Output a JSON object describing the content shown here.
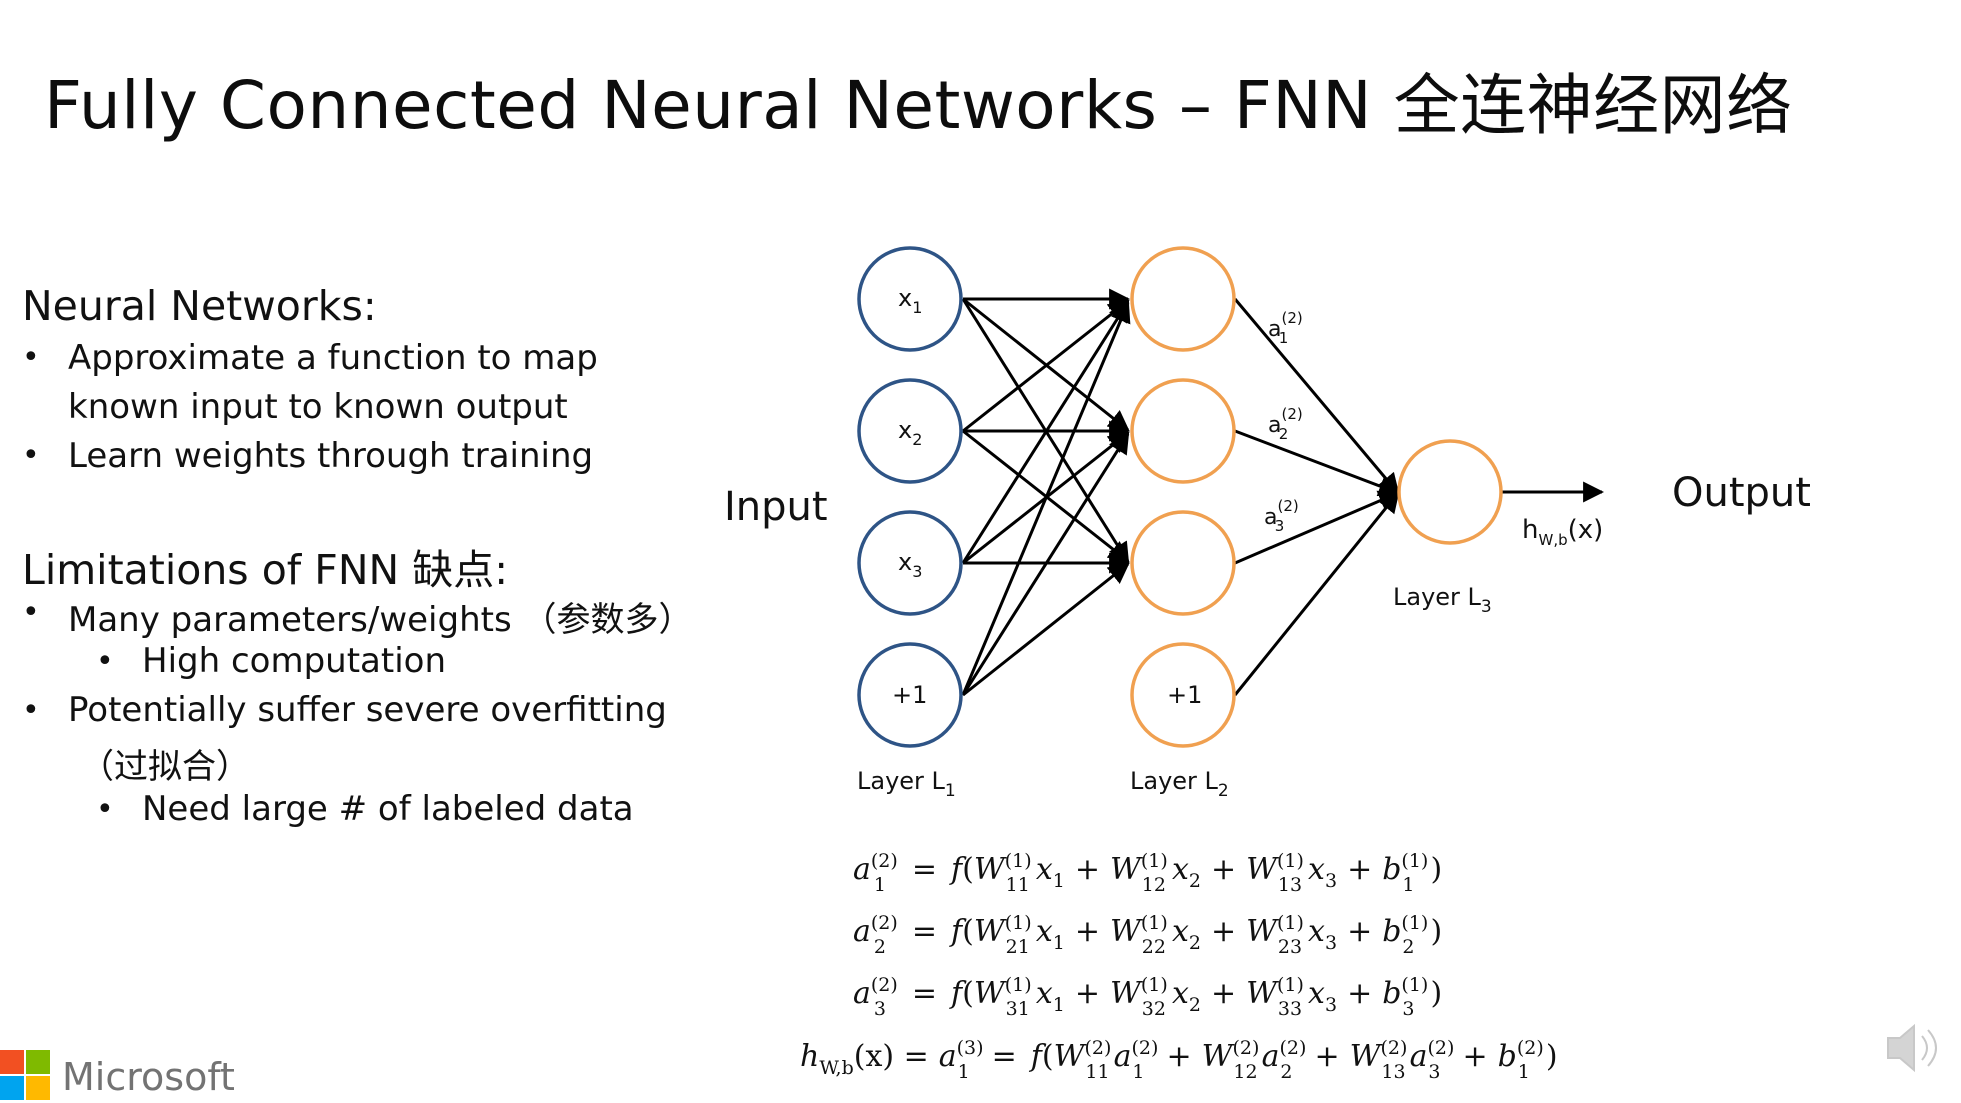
{
  "slide": {
    "title": "Fully Connected Neural Networks – FNN 全连神经网络"
  },
  "left_text": {
    "neural_networks_heading": "Neural Networks:",
    "nn_bullets": [
      "Approximate a function to map",
      "known input to known output",
      "Learn weights through training"
    ],
    "limitations_heading": "Limitations of FNN 缺点:",
    "limitation_bullets": [
      "Many parameters/weights （参数多）",
      "High computation",
      "Potentially suffer severe overfitting",
      "（过拟合）",
      "Need large # of labeled data"
    ],
    "bullet_glyph": "•"
  },
  "diagram": {
    "input_label": "Input",
    "output_label": "Output",
    "layer1_nodes": [
      {
        "base": "x",
        "sub": "1"
      },
      {
        "base": "x",
        "sub": "2"
      },
      {
        "base": "x",
        "sub": "3"
      },
      {
        "base": "+1",
        "sub": ""
      }
    ],
    "layer2_bias_label": "+1",
    "layer_labels": [
      {
        "base": "Layer L",
        "sub": "1"
      },
      {
        "base": "Layer L",
        "sub": "2"
      },
      {
        "base": "Layer L",
        "sub": "3"
      }
    ],
    "activation_labels": [
      {
        "base": "a",
        "sup": "(2)",
        "sub": "1"
      },
      {
        "base": "a",
        "sup": "(2)",
        "sub": "2"
      },
      {
        "base": "a",
        "sup": "(2)",
        "sub": "3"
      }
    ],
    "hypothesis_label": {
      "base": "h",
      "sub": "W,b",
      "tail": "(x)"
    },
    "colors": {
      "layer1_circle": "#2e5486",
      "layer2_circle": "#f0a050",
      "layer3_circle": "#f0a050",
      "edge": "#000000"
    }
  },
  "equations": [
    {
      "lhs": "a",
      "lhs_sup": "(2)",
      "lhs_sub": "1",
      "row": "1"
    },
    {
      "lhs": "a",
      "lhs_sup": "(2)",
      "lhs_sub": "2",
      "row": "2"
    },
    {
      "lhs": "a",
      "lhs_sup": "(2)",
      "lhs_sub": "3",
      "row": "3"
    }
  ],
  "final_equation": {
    "lhs": "h",
    "lhs_sub": "W,b",
    "lhs_arg": "(x) =",
    "mid": "a",
    "mid_sup": "(3)",
    "mid_sub": "1"
  },
  "branding": {
    "logo_text": "Microsoft",
    "logo_colors": [
      "#f25022",
      "#7fba00",
      "#00a4ef",
      "#ffb900"
    ]
  },
  "icons": {
    "speaker": "speaker-icon"
  }
}
